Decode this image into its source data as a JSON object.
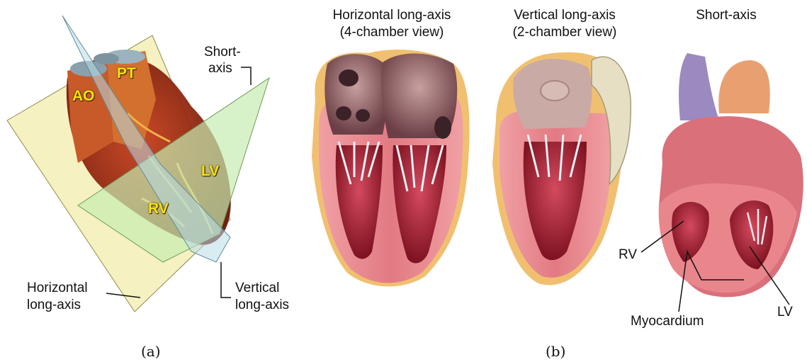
{
  "panel_a": {
    "structure_labels": {
      "ao": "AO",
      "pt": "PT",
      "lv": "LV",
      "rv": "RV"
    },
    "plane_labels": {
      "short_axis_line1": "Short-",
      "short_axis_line2": "axis",
      "horizontal_line1": "Horizontal",
      "horizontal_line2": "long-axis",
      "vertical_line1": "Vertical",
      "vertical_line2": "long-axis"
    },
    "caption": "(a)"
  },
  "panel_b": {
    "view1_title_line1": "Horizontal long-axis",
    "view1_title_line2": "(4-chamber view)",
    "view2_title_line1": "Vertical long-axis",
    "view2_title_line2": "(2-chamber view)",
    "view3_title": "Short-axis",
    "labels": {
      "rv": "RV",
      "lv": "LV",
      "myocardium": "Myocardium"
    },
    "caption": "(b)"
  },
  "colors": {
    "yellow_plane": "#f3efb5",
    "green_plane": "#c6ecb0",
    "blue_plane": "#b8dde6",
    "myocardium": "#e8868c",
    "cavity": "#8a1d22"
  }
}
